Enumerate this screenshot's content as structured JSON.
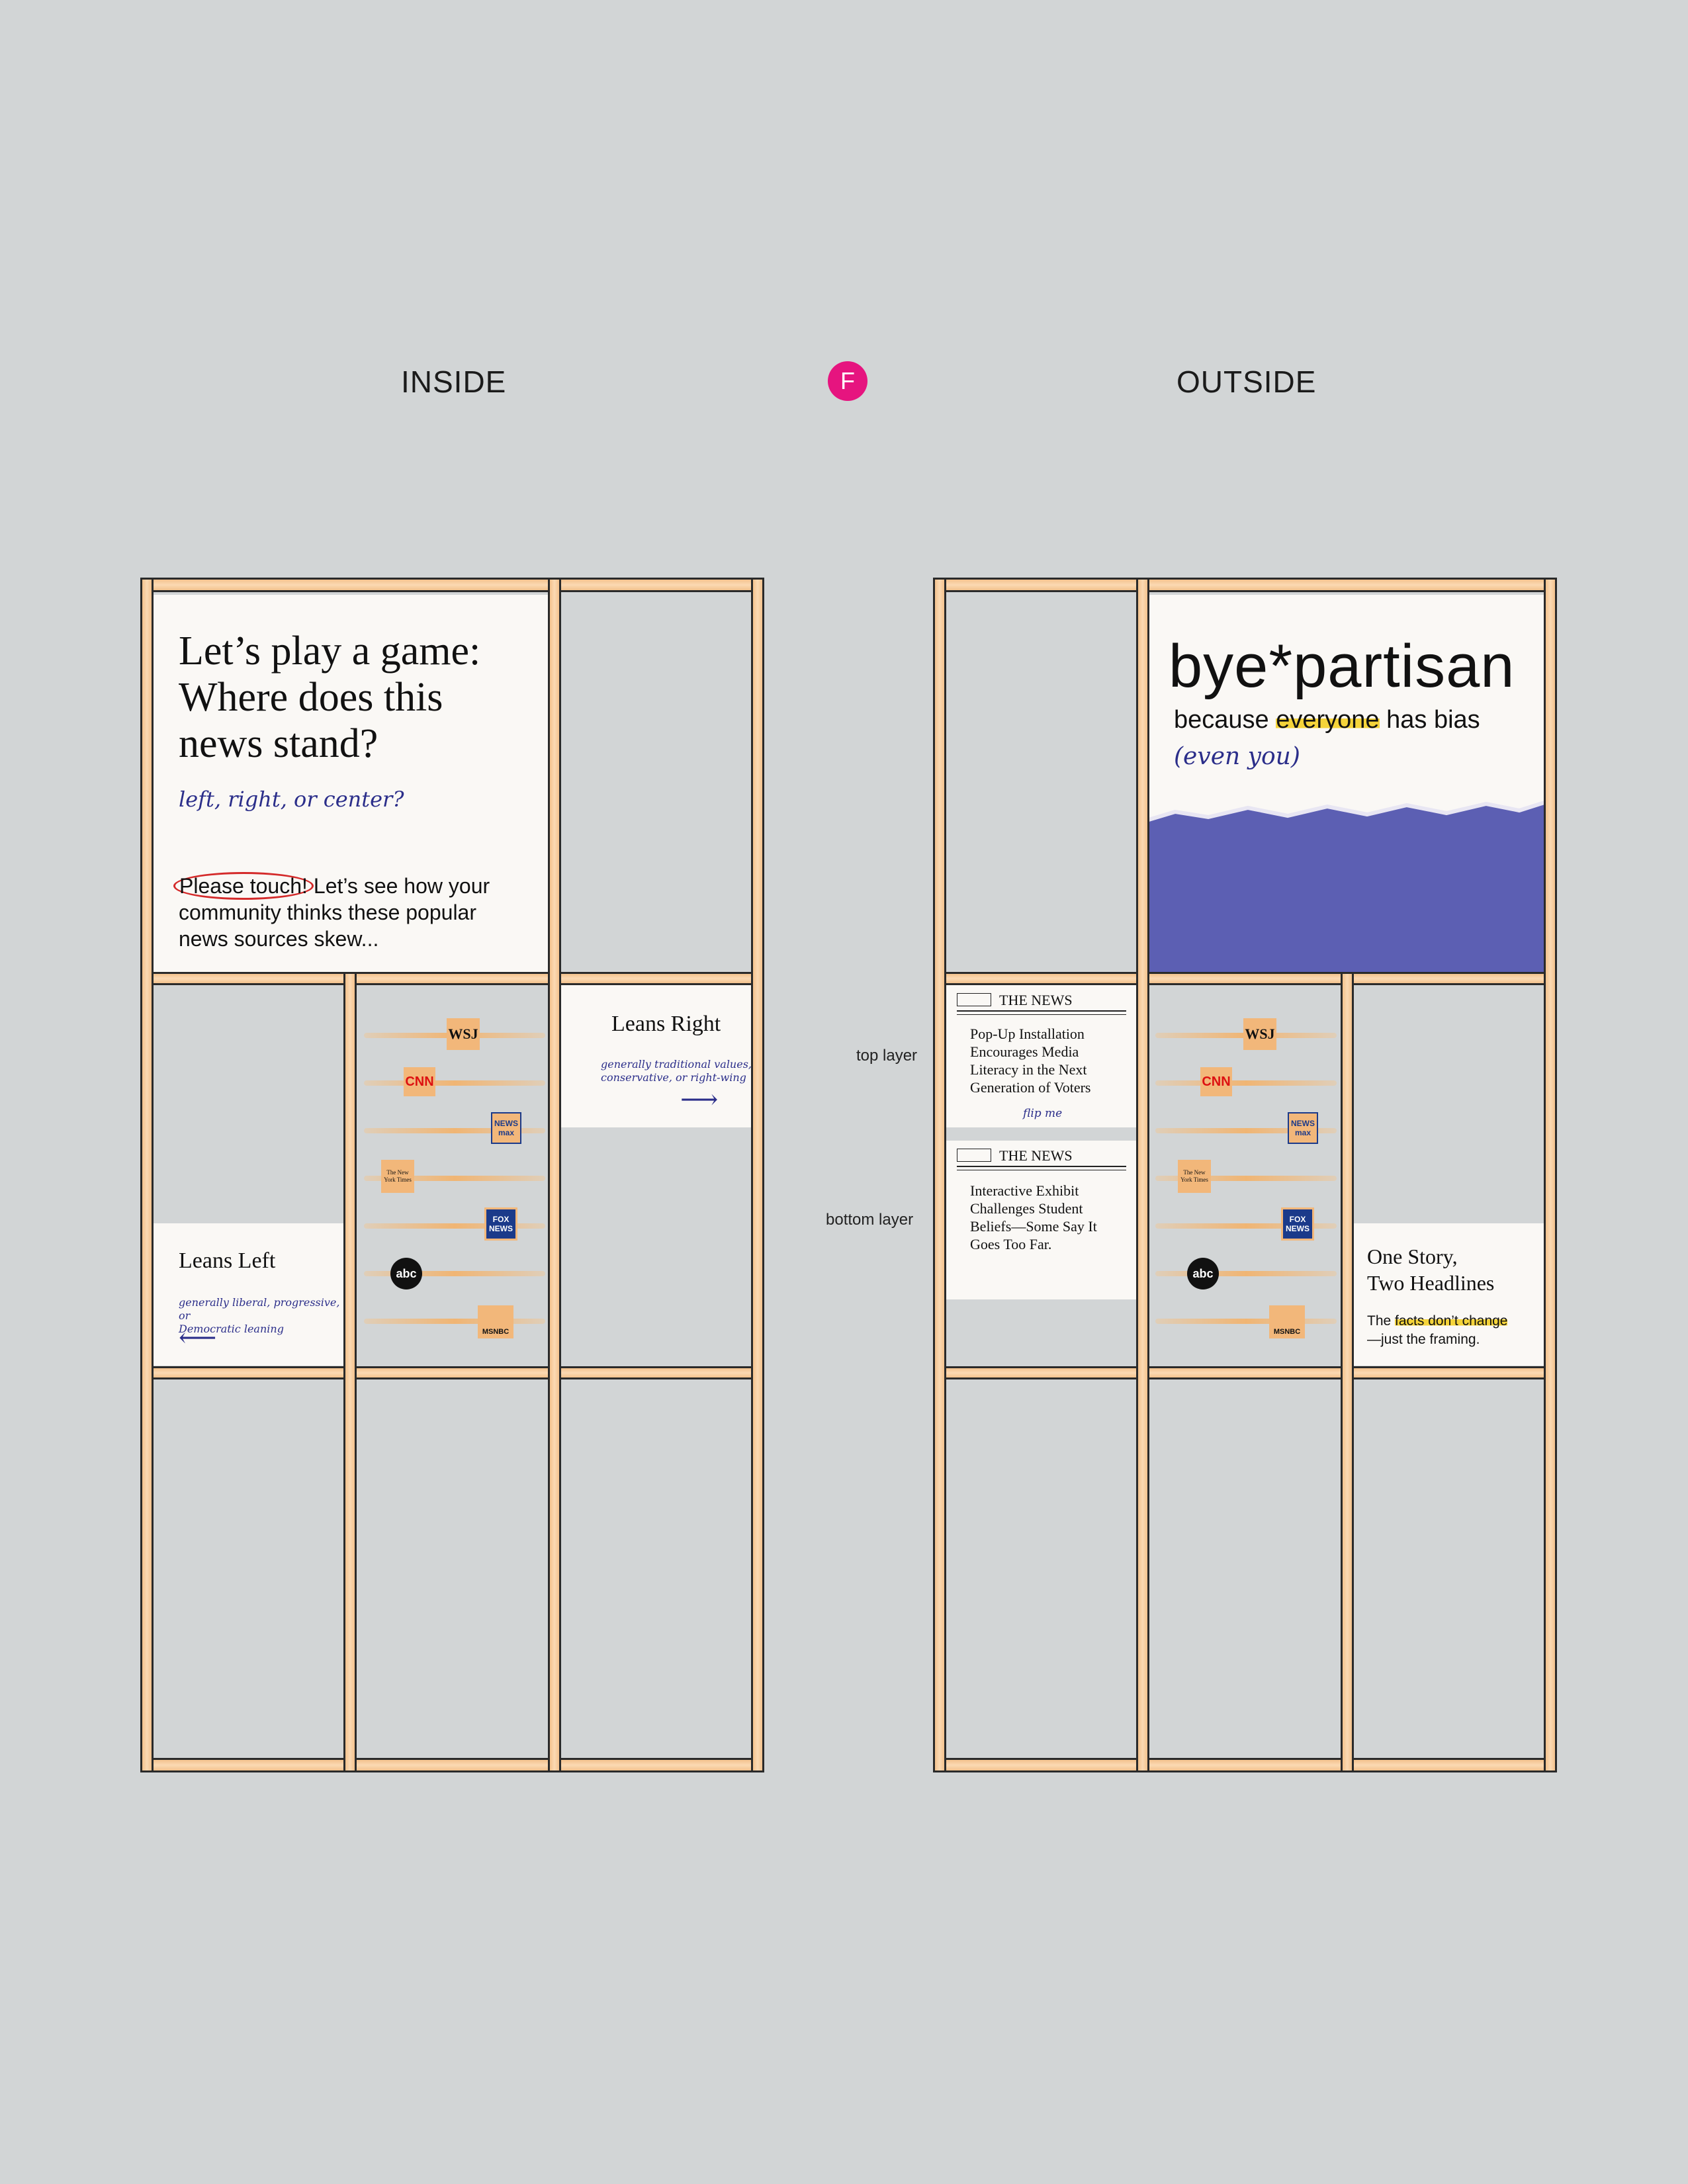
{
  "header": {
    "inside_label": "INSIDE",
    "badge_letter": "F",
    "outside_label": "OUTSIDE"
  },
  "inside": {
    "game_panel": {
      "headline_line1": "Let’s play a game:",
      "headline_line2": "Where does this",
      "headline_line3": "news stand?",
      "handwritten": "left, right, or center?",
      "touch_circle": "Please touch!",
      "body_line1": "Let’s see how your",
      "body_line2": "community thinks these popular",
      "body_line3": "news sources skew..."
    },
    "leans_right": {
      "title": "Leans Right",
      "note_line1": "generally traditional values,",
      "note_line2": "conservative, or right-wing",
      "arrow": "⟶"
    },
    "leans_left": {
      "title": "Leans Left",
      "note_line1": "generally liberal, progressive, or",
      "note_line2": "Democratic leaning",
      "arrow": "⟵"
    },
    "logos": [
      "WSJ",
      "CNN",
      "NEWS max",
      "The New York Times",
      "FOX NEWS",
      "abc",
      "MSNBC"
    ]
  },
  "outside": {
    "brand": {
      "title": "bye*partisan",
      "tagline_pre": "because ",
      "tagline_highlight": "everyone",
      "tagline_post": " has bias",
      "handwritten": "(even you)",
      "accent_color": "#5c5fb3",
      "highlight_color": "#f5d43a"
    },
    "side_labels": {
      "top": "top layer",
      "bottom": "bottom layer"
    },
    "newspaper_top": {
      "masthead": "THE NEWS",
      "headline_line1": "Pop-Up Installation",
      "headline_line2": "Encourages Media",
      "headline_line3": "Literacy in the Next",
      "headline_line4": "Generation of Voters",
      "handwritten": "flip me"
    },
    "newspaper_bottom": {
      "masthead": "THE NEWS",
      "headline_line1": "Interactive Exhibit",
      "headline_line2": "Challenges Student",
      "headline_line3": "Beliefs—Some Say It",
      "headline_line4": "Goes Too Far."
    },
    "one_story": {
      "title_line1": "One Story,",
      "title_line2": "Two Headlines",
      "body_pre": "The ",
      "body_highlight": "facts don’t change",
      "body_line2": "—just the framing."
    },
    "logos": [
      "WSJ",
      "CNN",
      "NEWS max",
      "The New York Times",
      "FOX NEWS",
      "abc",
      "MSNBC"
    ]
  }
}
